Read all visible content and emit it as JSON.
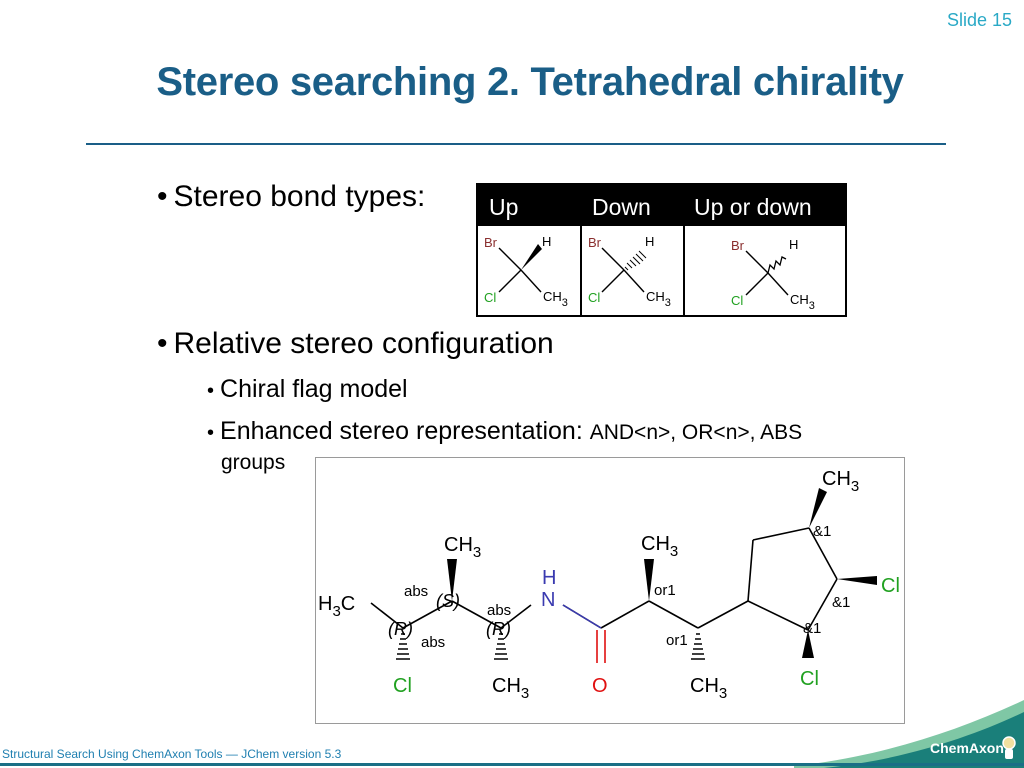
{
  "slide": {
    "label": "Slide 15"
  },
  "title": "Stereo searching 2. Tetrahedral chirality",
  "bullets": {
    "stereo_bond_types": "Stereo bond types:",
    "relative_config": "Relative stereo configuration",
    "chiral_flag": "Chiral flag model",
    "enhanced_a": "Enhanced stereo representation: ",
    "enhanced_b": "AND<n>, OR<n>, ABS",
    "enhanced_c": "groups",
    "bullet_char": "•"
  },
  "bond_table": {
    "headers": [
      "Up",
      "Down",
      "Up or down"
    ],
    "atoms": {
      "br": "Br",
      "h": "H",
      "cl": "Cl",
      "ch": "CH",
      "sub3": "3"
    }
  },
  "molecule": {
    "ch": "CH",
    "sub3": "3",
    "h3c_h": "H",
    "h3c_c": "C",
    "cl": "Cl",
    "o": "O",
    "h": "H",
    "n": "N",
    "labels": {
      "abs": "abs",
      "s": "(S)",
      "r": "(R)",
      "or1": "or1",
      "amp1": "&1"
    }
  },
  "footer": {
    "text": "Structural Search Using ChemAxon Tools  —  JChem version 5.3",
    "logo": "ChemAxon"
  },
  "colors": {
    "title": "#1a5e87",
    "accent": "#2aa9c6",
    "chlorine": "#21a121",
    "nitrogen": "#3a3ab0",
    "oxygen": "#e01010",
    "bromine": "#8a2f2f",
    "footer_bar": "#1a6f86"
  }
}
